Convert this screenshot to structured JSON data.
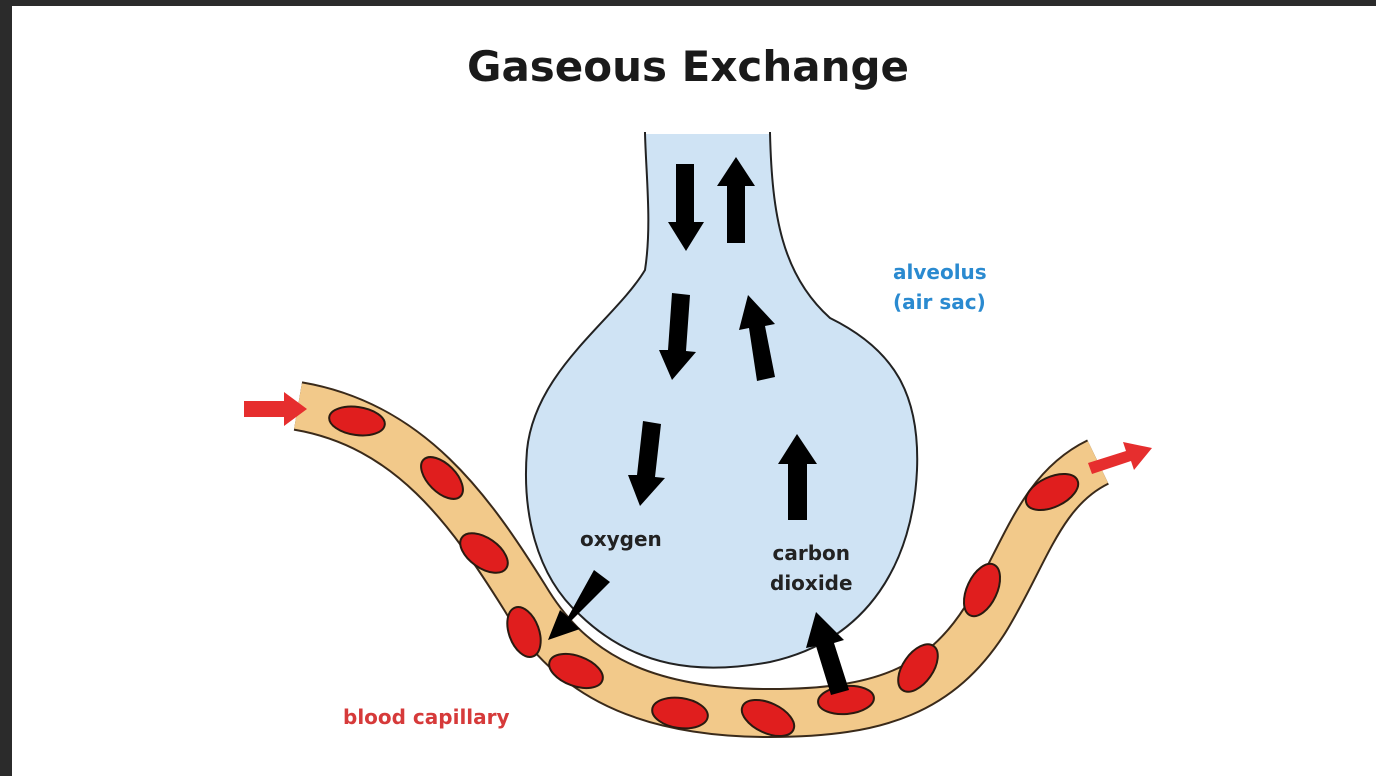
{
  "title": "Gaseous Exchange",
  "labels": {
    "alveolus_line1": "alveolus",
    "alveolus_line2": "(air sac)",
    "oxygen": "oxygen",
    "co2_line1": "carbon",
    "co2_line2": "dioxide",
    "blood_capillary": "blood capillary"
  },
  "colors": {
    "alveolus_fill": "#cfe3f4",
    "capillary_fill": "#f2c98a",
    "blood_cell": "#e01e1e",
    "flow_arrow": "#e62e2e",
    "gas_arrow": "#000000",
    "alveolus_label": "#2a8ad0",
    "capillary_label": "#d63a3a"
  }
}
